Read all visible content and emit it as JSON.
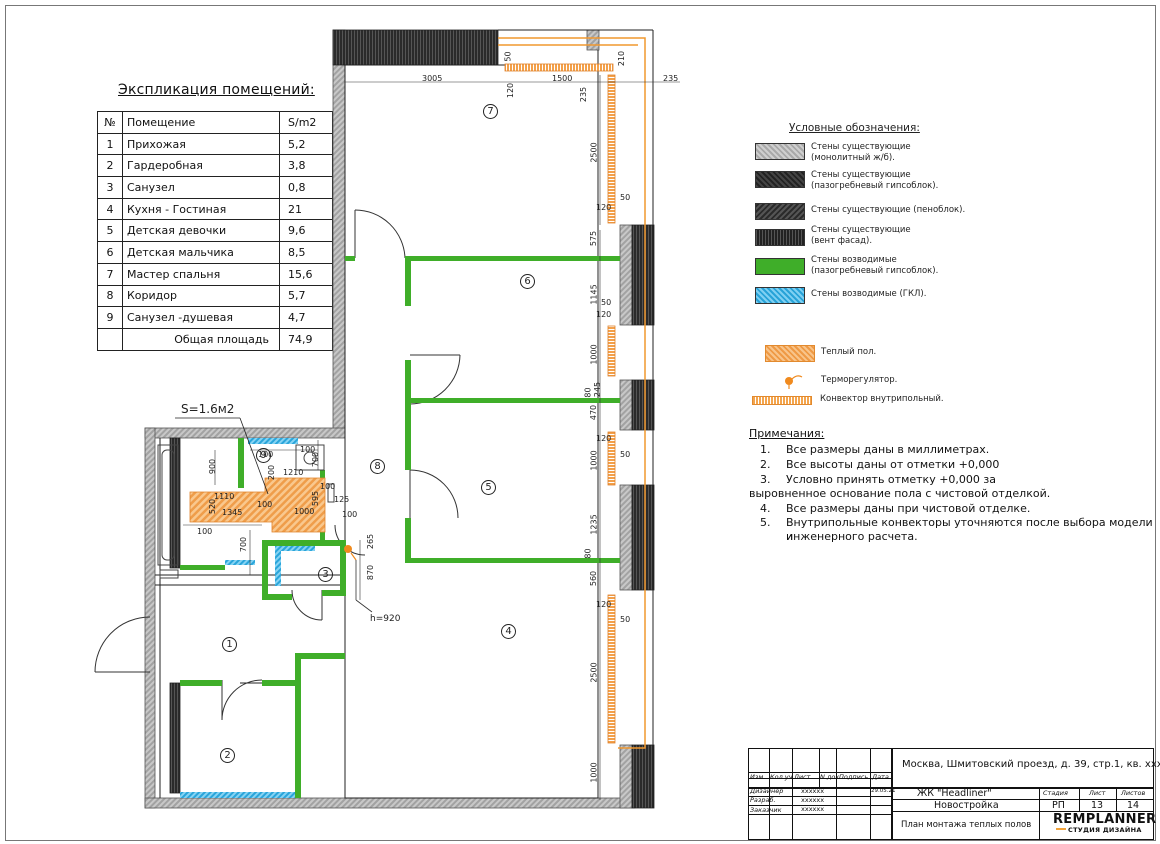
{
  "explication": {
    "title": "Экспликация помещений:",
    "headers": [
      "№",
      "Помещение",
      "S/m2"
    ],
    "rows": [
      {
        "n": "1",
        "name": "Прихожая",
        "area": "5,2"
      },
      {
        "n": "2",
        "name": "Гардеробная",
        "area": "3,8"
      },
      {
        "n": "3",
        "name": "Санузел",
        "area": "0,8"
      },
      {
        "n": "4",
        "name": "Кухня - Гостиная",
        "area": "21"
      },
      {
        "n": "5",
        "name": "Детская девочки",
        "area": "9,6"
      },
      {
        "n": "6",
        "name": "Детская мальчика",
        "area": "8,5"
      },
      {
        "n": "7",
        "name": "Мастер спальня",
        "area": "15,6"
      },
      {
        "n": "8",
        "name": "Коридор",
        "area": "5,7"
      },
      {
        "n": "9",
        "name": "Санузел -душевая",
        "area": "4,7"
      }
    ],
    "total_label": "Общая площадь",
    "total_value": "74,9"
  },
  "legend": {
    "title": "Условные обозначения:",
    "items": [
      {
        "swatch": "gray",
        "text": "Стены существующие (монолитный ж/б)."
      },
      {
        "swatch": "dark1",
        "text": "Стены существующие (пазогребневый гипсоблок)."
      },
      {
        "swatch": "dark2",
        "text": "Стены существующие (пеноблок)."
      },
      {
        "swatch": "dark3",
        "text": "Стены существующие (вент фасад)."
      },
      {
        "swatch": "green",
        "text": "Стены возводимые (пазогребневый гипсоблок)."
      },
      {
        "swatch": "blue",
        "text": "Стены возводимые (ГКЛ)."
      },
      {
        "swatch": "floor",
        "text": "Теплый пол."
      },
      {
        "swatch": "thermostat",
        "text": "Терморегулятор."
      },
      {
        "swatch": "convector",
        "text": "Конвектор внутрипольный."
      }
    ]
  },
  "notes": {
    "title": "Примечания:",
    "items": [
      {
        "num": "1.",
        "text": "Все размеры даны в миллиметрах."
      },
      {
        "num": "2.",
        "text": "Все высоты даны от отметки +0,000"
      },
      {
        "num": "3.",
        "text": "Условно принять отметку +0,000 за"
      },
      {
        "num": "",
        "text": "выровненное основание пола с чистовой отделкой."
      },
      {
        "num": "4.",
        "text": "Все размеры даны при чистовой отделке."
      },
      {
        "num": "5.",
        "text": "Внутрипольные конвекторы уточняются после выбора модели и"
      },
      {
        "num": "",
        "text": "инженерного расчета."
      }
    ]
  },
  "plan": {
    "room_numbers": [
      "1",
      "2",
      "3",
      "4",
      "5",
      "6",
      "7",
      "8",
      "9"
    ],
    "bath_area_label": "S=1.6м2",
    "thermostat_height": "h=920",
    "dims": {
      "top_3005": "3005",
      "top_1500": "1500",
      "top_235": "235",
      "top_50": "50",
      "top_210": "210",
      "top_120": "120",
      "top_235v": "235",
      "r_2500a": "2500",
      "r_120a": "120",
      "r_50a": "50",
      "r_575": "575",
      "r_1145": "1145",
      "r_120b": "120",
      "r_50b": "50",
      "r_1000a": "1000",
      "r_80a": "80",
      "r_245": "245",
      "r_470": "470",
      "r_120c": "120",
      "r_1000b": "1000",
      "r_50c": "50",
      "r_1235": "1235",
      "r_80b": "80",
      "r_560": "560",
      "r_120d": "120",
      "r_50d": "50",
      "r_2500b": "2500",
      "r_1000c": "1000",
      "b_900": "900",
      "b_100a": "100",
      "b_100b": "100",
      "b_1210": "1210",
      "b_700a": "700",
      "b_200": "200",
      "b_1110": "1110",
      "b_520": "520",
      "b_1345": "1345",
      "b_100c": "100",
      "b_100d": "100",
      "b_1000": "1000",
      "b_595": "595",
      "b_125": "125",
      "b_100e": "100",
      "b_100f": "100",
      "b_700b": "700",
      "b_265": "265",
      "b_870": "870"
    }
  },
  "title_block": {
    "address": "Москва, Шмитовский проезд, д. 39, стр.1, кв. ххх",
    "headers": [
      "Изм.",
      "Кол.уч.",
      "Лист",
      "N док.",
      "Подпись",
      "Дата"
    ],
    "designer_label": "Дизайнер",
    "designer_value": "xxxxxx",
    "date": "29.05.21",
    "developer_label": "Разраб.",
    "developer_value": "xxxxxx",
    "customer_label": "Заказчик",
    "customer_value": "xxxxxx",
    "project": "ЖК \"Headliner\"",
    "type": "Новостройка",
    "sheet_title": "План монтажа теплых полов",
    "stage_label": "Стадия",
    "sheet_label": "Лист",
    "sheets_label": "Листов",
    "stage_value": "РП",
    "sheet_value": "13",
    "sheets_value": "14",
    "logo_main": "REMPLANNER",
    "logo_sub": "СТУДИЯ ДИЗАЙНА",
    "colors": {
      "logo_accent": "#f2a33a"
    }
  }
}
